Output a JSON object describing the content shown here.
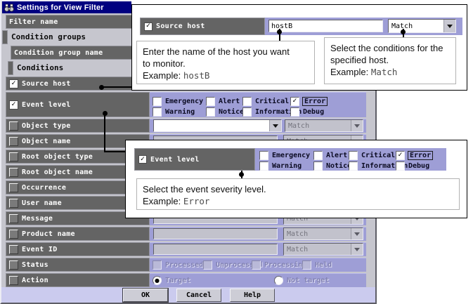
{
  "window": {
    "title": "Settings for View Filter"
  },
  "sidebar": {
    "items": [
      {
        "label": "Filter name"
      },
      {
        "label": "Condition groups"
      },
      {
        "label": "Condition group name"
      },
      {
        "label": "Conditions"
      },
      {
        "label": "Source host",
        "check": "✓"
      },
      {
        "label": "Event level",
        "check": "✓"
      },
      {
        "label": "Object type",
        "check": ""
      },
      {
        "label": "Object name",
        "check": ""
      },
      {
        "label": "Root object type",
        "check": ""
      },
      {
        "label": "Root object name",
        "check": ""
      },
      {
        "label": "Occurrence",
        "check": ""
      },
      {
        "label": "User name",
        "check": ""
      },
      {
        "label": "Message",
        "check": ""
      },
      {
        "label": "Product name",
        "check": ""
      },
      {
        "label": "Event ID",
        "check": ""
      },
      {
        "label": "Status",
        "check": ""
      },
      {
        "label": "Action",
        "check": ""
      }
    ]
  },
  "event_level": {
    "row1": [
      {
        "label": "Emergency",
        "check": ""
      },
      {
        "label": "Alert",
        "check": ""
      },
      {
        "label": "Critical",
        "check": ""
      },
      {
        "label": "Error",
        "check": "✓"
      }
    ],
    "row2": [
      {
        "label": "Warning",
        "check": ""
      },
      {
        "label": "Notice",
        "check": ""
      },
      {
        "label": "Information",
        "check": ""
      },
      {
        "label": "Debug",
        "check": ""
      }
    ]
  },
  "match_label": "Match",
  "status": {
    "options": [
      {
        "label": "Processed",
        "check": ""
      },
      {
        "label": "Unprocessed",
        "check": ""
      },
      {
        "label": "Processing",
        "check": ""
      },
      {
        "label": "Held",
        "check": ""
      }
    ]
  },
  "action": {
    "options": [
      {
        "label": "Target",
        "dot": "●"
      },
      {
        "label": "Not target",
        "dot": ""
      }
    ]
  },
  "buttons": {
    "ok": "OK",
    "cancel": "Cancel",
    "help": "Help"
  },
  "overlays": {
    "source_host": {
      "row_label": "Source host",
      "row_check": "✓",
      "input_value": "hostB",
      "dropdown_value": "Match",
      "callout_host": {
        "line1": "Enter the name of the host you want",
        "line2": "to monitor.",
        "example_label": "Example:",
        "example_value": "hostB"
      },
      "callout_match": {
        "line1": "Select the conditions for the",
        "line2": "specified host.",
        "example_label": "Example:",
        "example_value": "Match"
      }
    },
    "event_level": {
      "row_label": "Event level",
      "row_check": "✓",
      "callout": {
        "line1": "Select the event severity level.",
        "example_label": "Example:",
        "example_value": "Error"
      }
    }
  }
}
